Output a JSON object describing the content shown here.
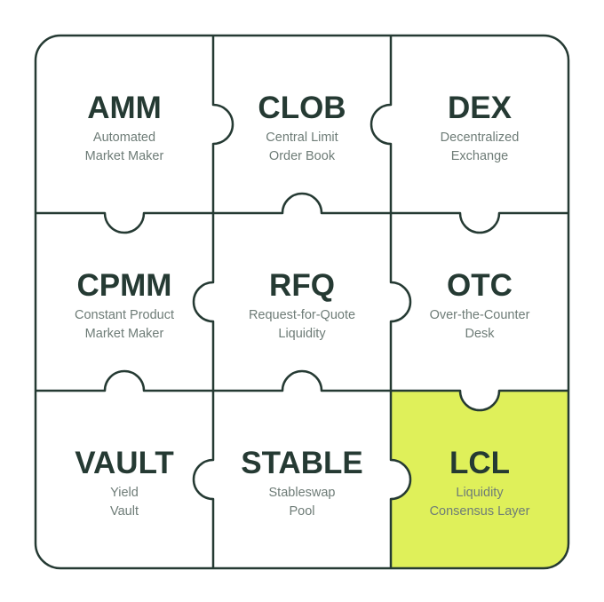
{
  "pieces": [
    {
      "id": "amm",
      "abbr": "AMM",
      "line1": "Automated",
      "line2": "Market Maker",
      "highlighted": false
    },
    {
      "id": "clob",
      "abbr": "CLOB",
      "line1": "Central Limit",
      "line2": "Order Book",
      "highlighted": false
    },
    {
      "id": "dex",
      "abbr": "DEX",
      "line1": "Decentralized",
      "line2": "Exchange",
      "highlighted": false
    },
    {
      "id": "cpmm",
      "abbr": "CPMM",
      "line1": "Constant Product",
      "line2": "Market Maker",
      "highlighted": false
    },
    {
      "id": "rfq",
      "abbr": "RFQ",
      "line1": "Request-for-Quote",
      "line2": "Liquidity",
      "highlighted": false
    },
    {
      "id": "otc",
      "abbr": "OTC",
      "line1": "Over-the-Counter",
      "line2": "Desk",
      "highlighted": false
    },
    {
      "id": "vault",
      "abbr": "VAULT",
      "line1": "Yield",
      "line2": "Vault",
      "highlighted": false
    },
    {
      "id": "stable",
      "abbr": "STABLE",
      "line1": "Stableswap",
      "line2": "Pool",
      "highlighted": false
    },
    {
      "id": "lcl",
      "abbr": "LCL",
      "line1": "Liquidity",
      "line2": "Consensus Layer",
      "highlighted": true
    }
  ],
  "colors": {
    "outline": "#253a33",
    "background": "#ffffff",
    "piece_fill": "#ffffff",
    "highlight_fill": "#dff05a",
    "abbr_text": "#253a33",
    "desc_text": "#6e7c77"
  }
}
